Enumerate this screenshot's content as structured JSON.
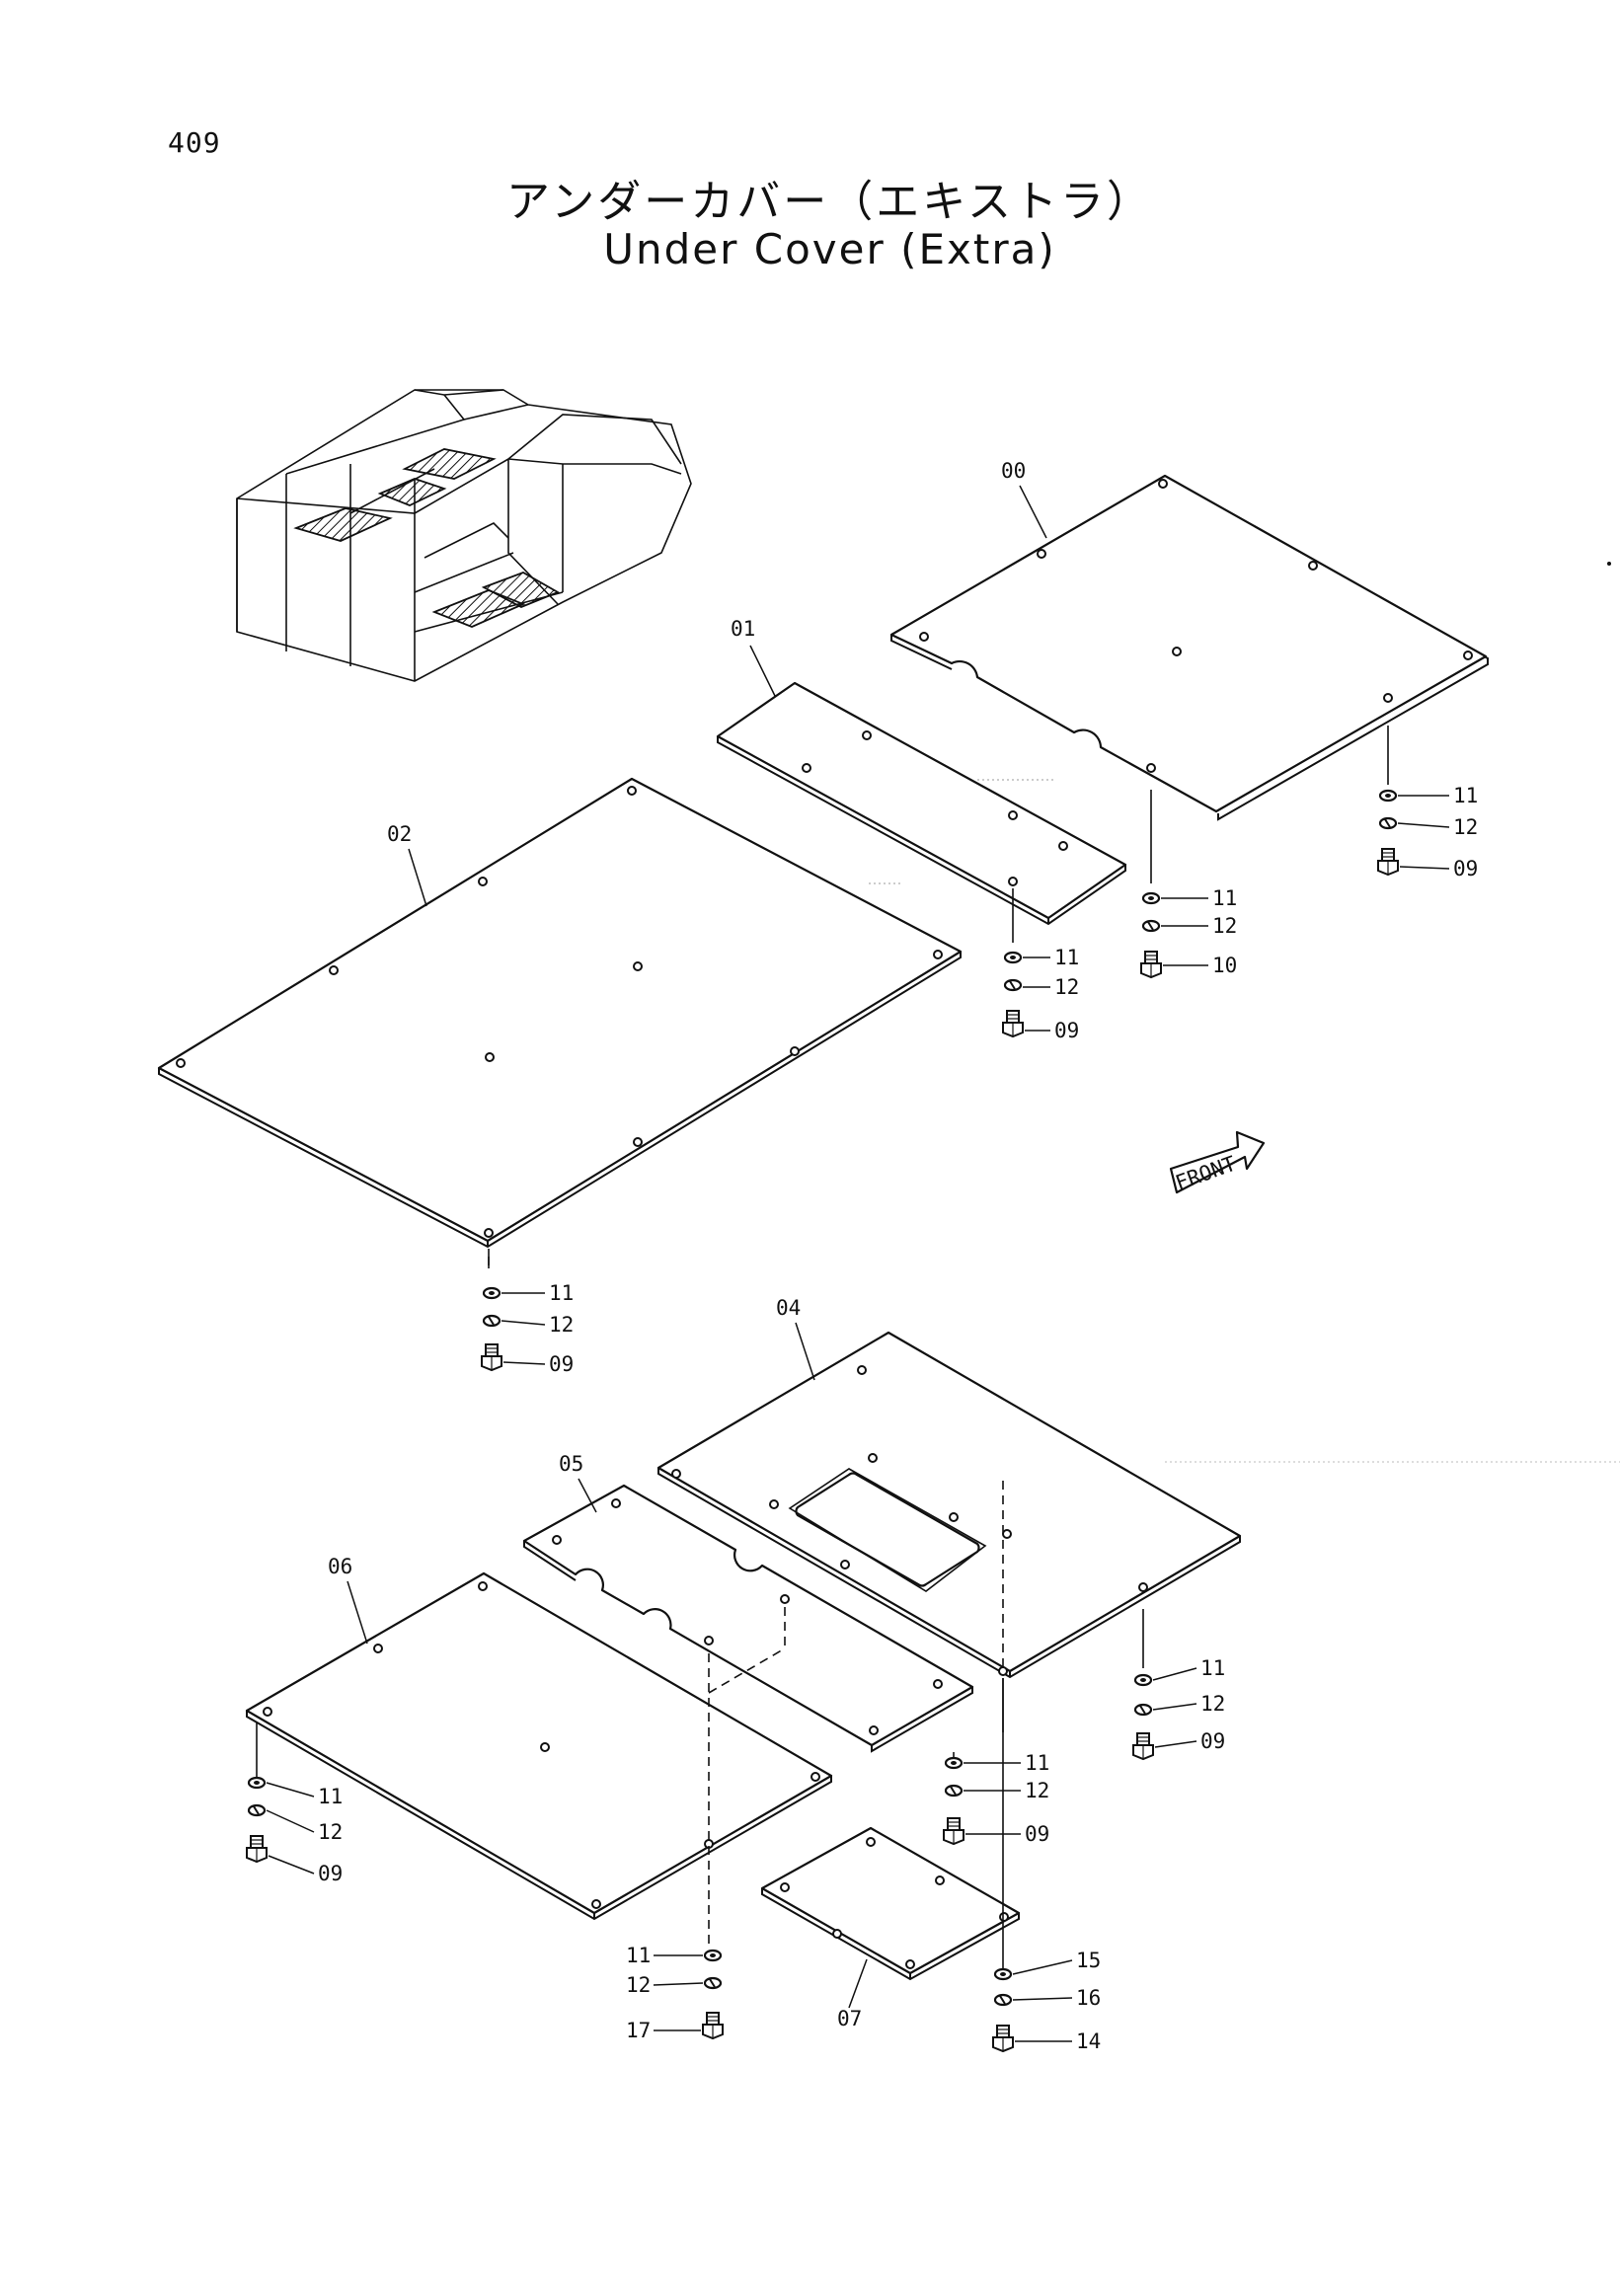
{
  "page_number": "409",
  "title_ja": "アンダーカバー（エキストラ）",
  "title_en": "Under Cover (Extra)",
  "front_label": "FRONT",
  "callouts": {
    "c00": "00",
    "c01": "01",
    "c02": "02",
    "c04": "04",
    "c05": "05",
    "c06": "06",
    "c07": "07",
    "a11": "11",
    "a12": "12",
    "a09": "09",
    "b11": "11",
    "b12": "12",
    "b10": "10",
    "c11": "11",
    "c12": "12",
    "c09": "09",
    "d11": "11",
    "d12": "12",
    "d09": "09",
    "e11": "11",
    "e12": "12",
    "e09": "09",
    "f11": "11",
    "f12": "12",
    "f09": "09",
    "g11": "11",
    "g12": "12",
    "g09": "09",
    "h11": "11",
    "h12": "12",
    "h17": "17",
    "i15": "15",
    "i16": "16",
    "i14": "14"
  }
}
